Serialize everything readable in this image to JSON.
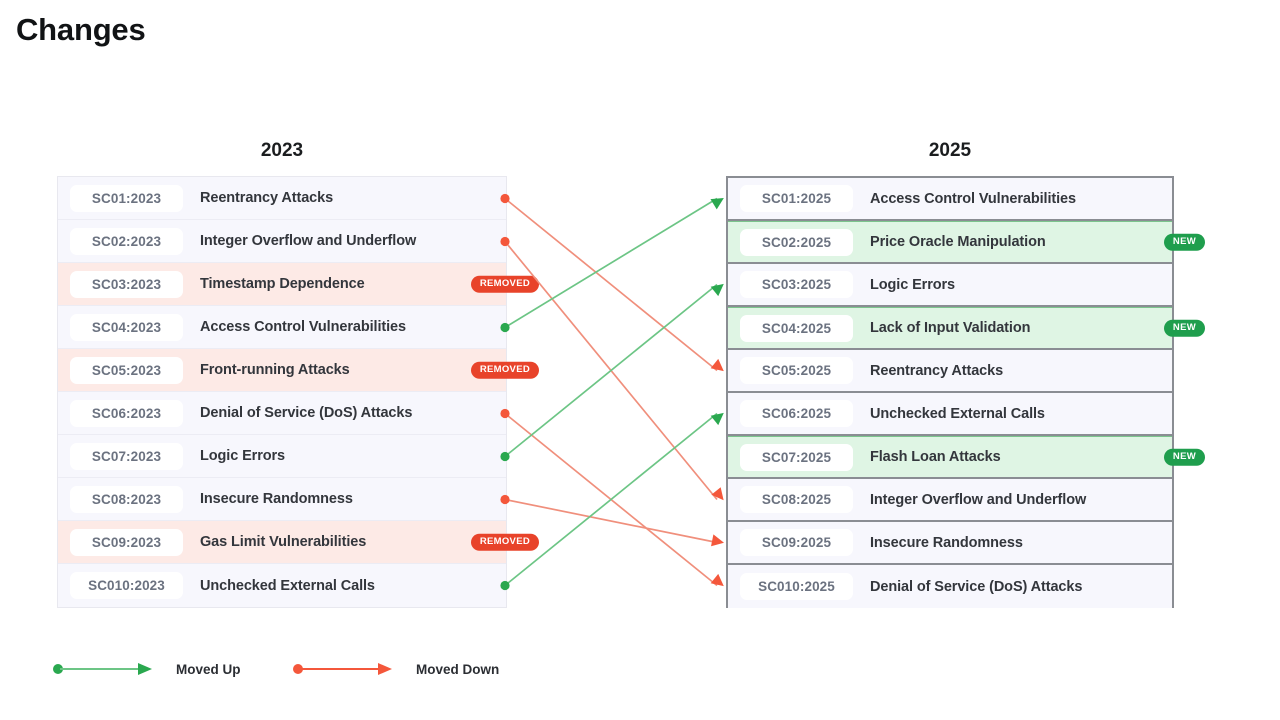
{
  "page": {
    "title": "Changes"
  },
  "columns": {
    "left": {
      "year_label": "2023",
      "rows": [
        {
          "id": "SC01:2023",
          "label": "Reentrancy Attacks",
          "state": "moved",
          "badge": ""
        },
        {
          "id": "SC02:2023",
          "label": "Integer Overflow and Underflow",
          "state": "moved",
          "badge": ""
        },
        {
          "id": "SC03:2023",
          "label": "Timestamp Dependence",
          "state": "removed",
          "badge": "REMOVED"
        },
        {
          "id": "SC04:2023",
          "label": "Access Control Vulnerabilities",
          "state": "moved",
          "badge": ""
        },
        {
          "id": "SC05:2023",
          "label": "Front-running Attacks",
          "state": "removed",
          "badge": "REMOVED"
        },
        {
          "id": "SC06:2023",
          "label": "Denial of Service (DoS) Attacks",
          "state": "moved",
          "badge": ""
        },
        {
          "id": "SC07:2023",
          "label": "Logic Errors",
          "state": "moved",
          "badge": ""
        },
        {
          "id": "SC08:2023",
          "label": "Insecure Randomness",
          "state": "moved",
          "badge": ""
        },
        {
          "id": "SC09:2023",
          "label": "Gas Limit Vulnerabilities",
          "state": "removed",
          "badge": "REMOVED"
        },
        {
          "id": "SC010:2023",
          "label": "Unchecked External Calls",
          "state": "moved",
          "badge": ""
        }
      ]
    },
    "right": {
      "year_label": "2025",
      "rows": [
        {
          "id": "SC01:2025",
          "label": "Access Control Vulnerabilities",
          "state": "moved",
          "badge": ""
        },
        {
          "id": "SC02:2025",
          "label": "Price Oracle Manipulation",
          "state": "new",
          "badge": "NEW"
        },
        {
          "id": "SC03:2025",
          "label": "Logic Errors",
          "state": "moved",
          "badge": ""
        },
        {
          "id": "SC04:2025",
          "label": "Lack of Input Validation",
          "state": "new",
          "badge": "NEW"
        },
        {
          "id": "SC05:2025",
          "label": "Reentrancy Attacks",
          "state": "moved",
          "badge": ""
        },
        {
          "id": "SC06:2025",
          "label": "Unchecked External Calls",
          "state": "moved",
          "badge": ""
        },
        {
          "id": "SC07:2025",
          "label": "Flash Loan Attacks",
          "state": "new",
          "badge": "NEW"
        },
        {
          "id": "SC08:2025",
          "label": "Integer Overflow and Underflow",
          "state": "moved",
          "badge": ""
        },
        {
          "id": "SC09:2025",
          "label": "Insecure Randomness",
          "state": "moved",
          "badge": ""
        },
        {
          "id": "SC010:2025",
          "label": "Denial of Service (DoS) Attacks",
          "state": "moved",
          "badge": ""
        }
      ]
    }
  },
  "connections": [
    {
      "from_index": 0,
      "to_index": 4,
      "direction": "down",
      "item": "Reentrancy Attacks"
    },
    {
      "from_index": 1,
      "to_index": 7,
      "direction": "down",
      "item": "Integer Overflow and Underflow"
    },
    {
      "from_index": 3,
      "to_index": 0,
      "direction": "up",
      "item": "Access Control Vulnerabilities"
    },
    {
      "from_index": 5,
      "to_index": 9,
      "direction": "down",
      "item": "Denial of Service (DoS) Attacks"
    },
    {
      "from_index": 6,
      "to_index": 2,
      "direction": "up",
      "item": "Logic Errors"
    },
    {
      "from_index": 7,
      "to_index": 8,
      "direction": "down",
      "item": "Insecure Randomness"
    },
    {
      "from_index": 9,
      "to_index": 5,
      "direction": "up",
      "item": "Unchecked External Calls"
    }
  ],
  "legend": {
    "items": [
      {
        "key": "up",
        "label": "Moved Up"
      },
      {
        "key": "down",
        "label": "Moved Down"
      }
    ]
  },
  "colors": {
    "moved_up": "#2aa84f",
    "moved_down": "#f4573b",
    "removed_bg": "#fdeae6",
    "removed_badge": "#e8432a",
    "new_bg": "#dff5e4",
    "new_badge": "#1f9e4d",
    "row_bg": "#f7f7fd",
    "panel_border_right": "#8a8d93",
    "text": "#33363c"
  }
}
